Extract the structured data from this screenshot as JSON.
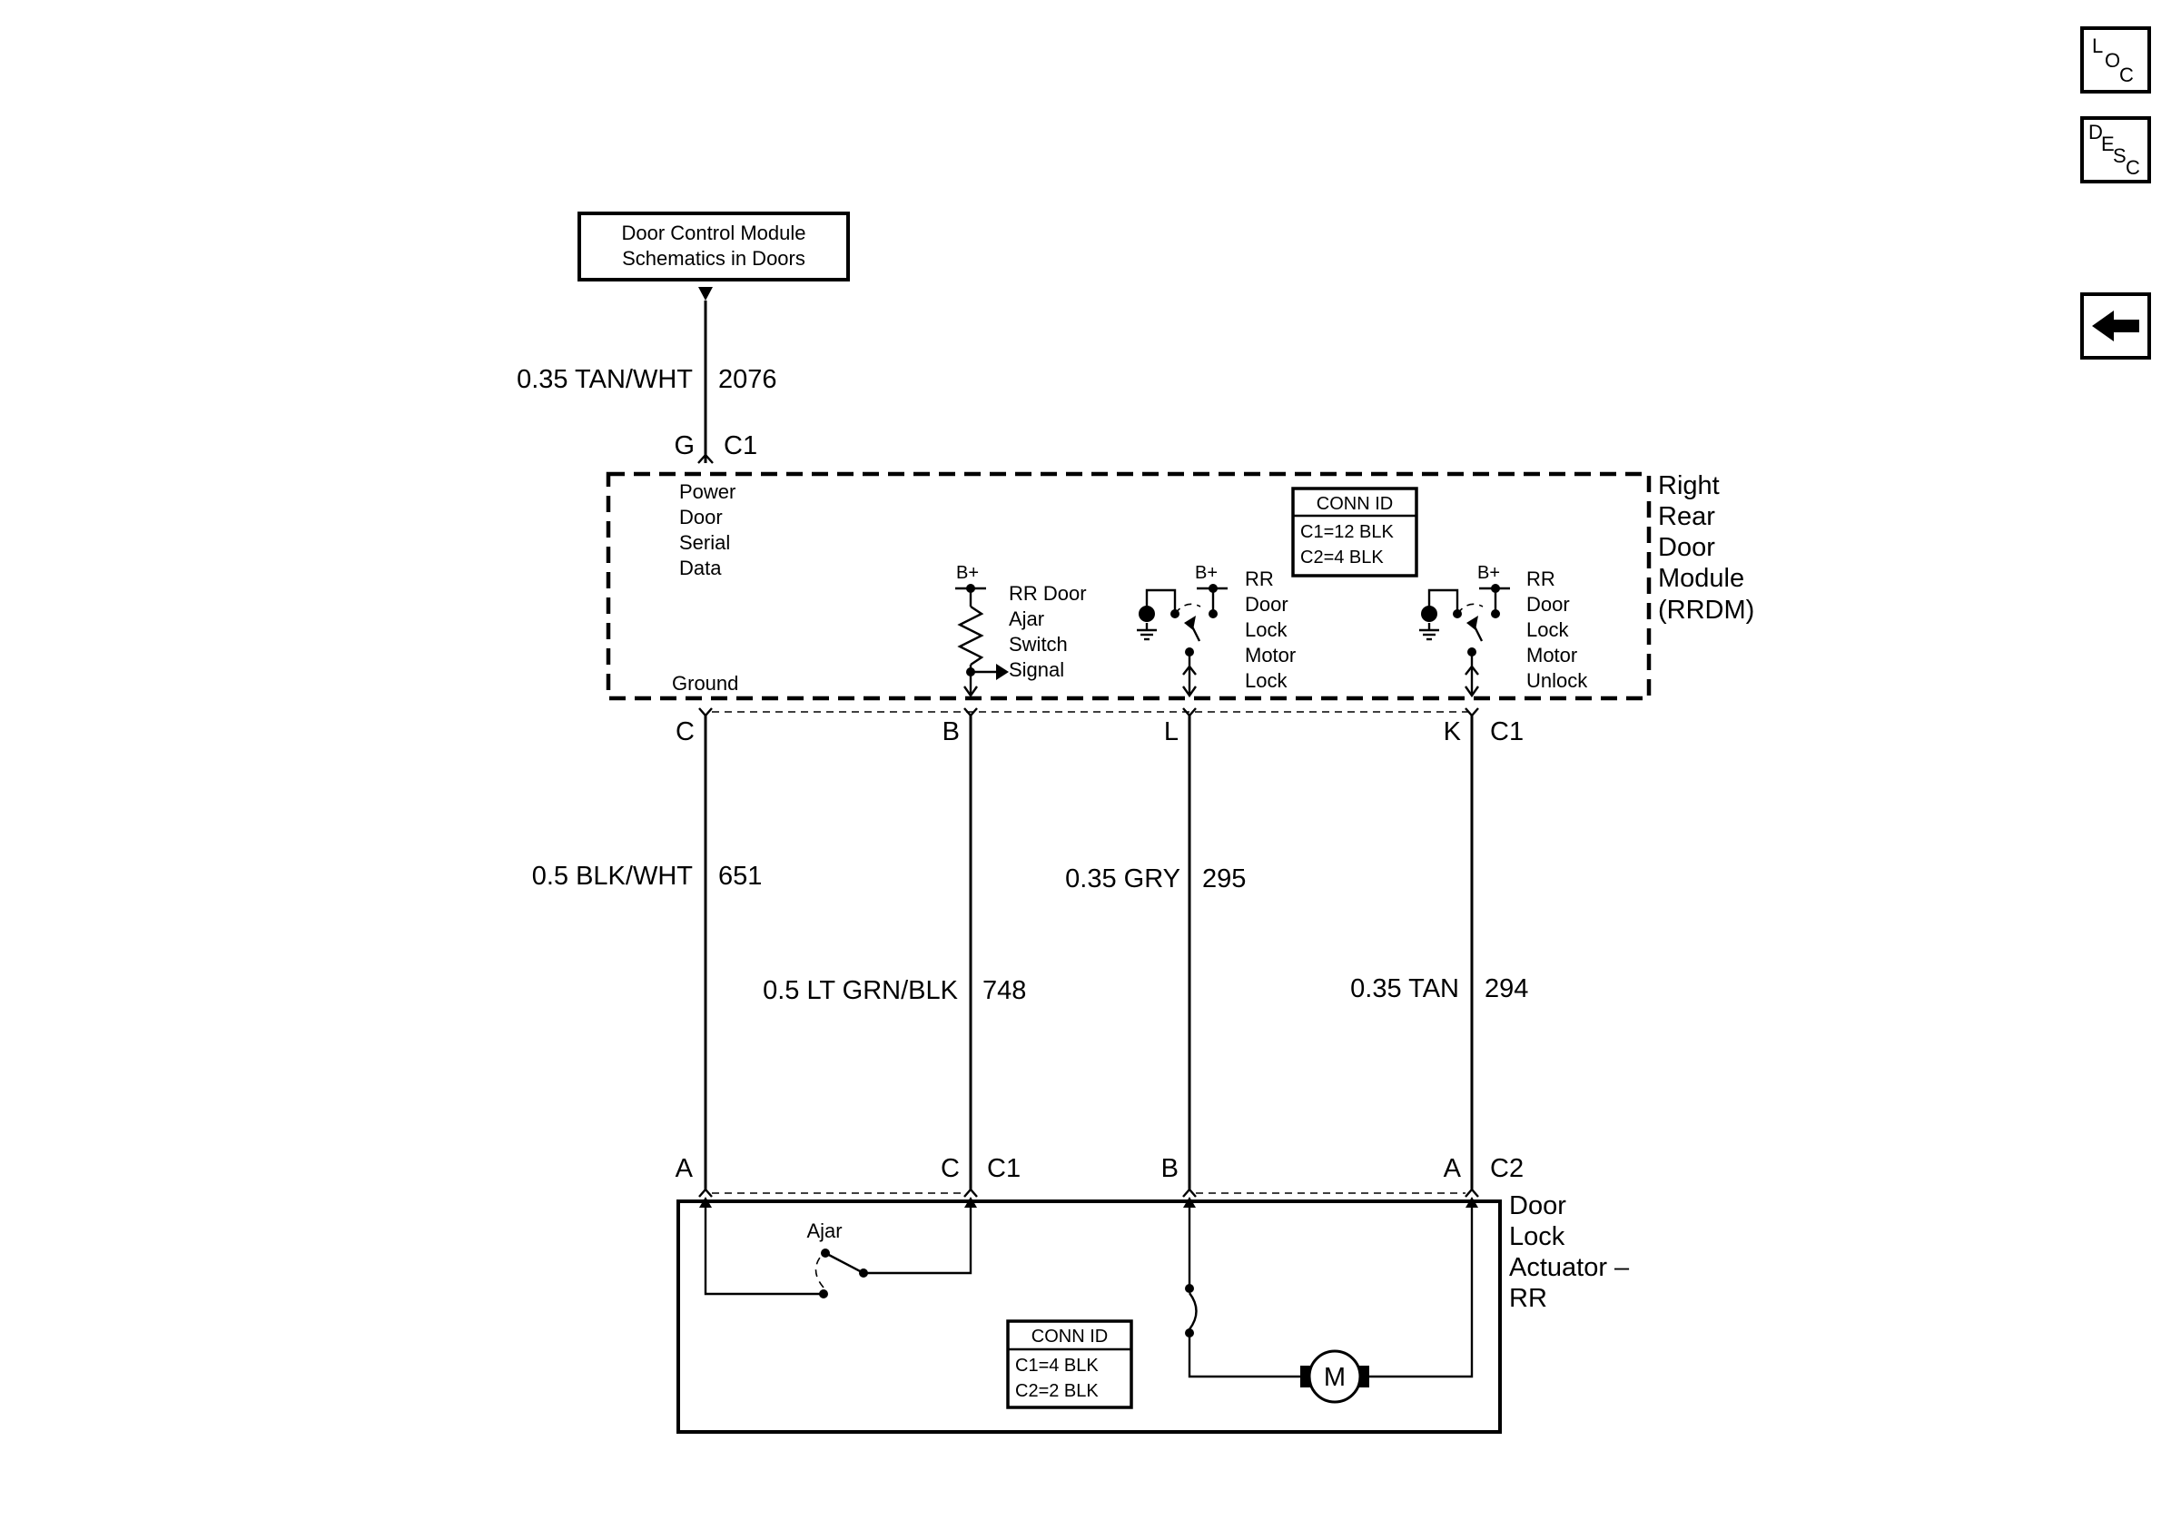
{
  "nav": {
    "loc": {
      "l1": "L",
      "l2": "O",
      "l3": "C"
    },
    "desc": {
      "l1": "D",
      "l2": "E",
      "l3": "S",
      "l4": "C"
    },
    "back_icon": "left-arrow-icon"
  },
  "ref_box": {
    "line1": "Door Control Module",
    "line2": "Schematics in Doors"
  },
  "circuits": {
    "c2076": {
      "wire": "0.35 TAN/WHT",
      "num": "2076"
    },
    "c651": {
      "wire": "0.5 BLK/WHT",
      "num": "651"
    },
    "c748": {
      "wire": "0.5 LT GRN/BLK",
      "num": "748"
    },
    "c295": {
      "wire": "0.35 GRY",
      "num": "295"
    },
    "c294": {
      "wire": "0.35 TAN",
      "num": "294"
    }
  },
  "module": {
    "name": [
      "Right",
      "Rear",
      "Door",
      "Module",
      "(RRDM)"
    ],
    "conn_id": {
      "title": "CONN ID",
      "c1": "C1=12 BLK",
      "c2": "C2=4 BLK"
    },
    "top_pin": {
      "pin": "G",
      "conn": "C1"
    },
    "serial_label": [
      "Power",
      "Door",
      "Serial",
      "Data"
    ],
    "ground_label": "Ground",
    "bplus": "B+",
    "ajar_label": [
      "RR Door",
      "Ajar",
      "Switch",
      "Signal"
    ],
    "lock_label": [
      "RR",
      "Door",
      "Lock",
      "Motor",
      "Lock"
    ],
    "unlock_label": [
      "RR",
      "Door",
      "Lock",
      "Motor",
      "Unlock"
    ],
    "bottom_pins": {
      "p1": "C",
      "p2": "B",
      "p3": "L",
      "p4": "K",
      "conn": "C1"
    }
  },
  "actuator": {
    "name": [
      "Door",
      "Lock",
      "Actuator –",
      "RR"
    ],
    "pins": {
      "p1": "A",
      "p2": "C",
      "c1": "C1",
      "p3": "B",
      "p4": "A",
      "c2": "C2"
    },
    "ajar": "Ajar",
    "motor": "M",
    "conn_id": {
      "title": "CONN ID",
      "c1": "C1=4 BLK",
      "c2": "C2=2 BLK"
    }
  }
}
